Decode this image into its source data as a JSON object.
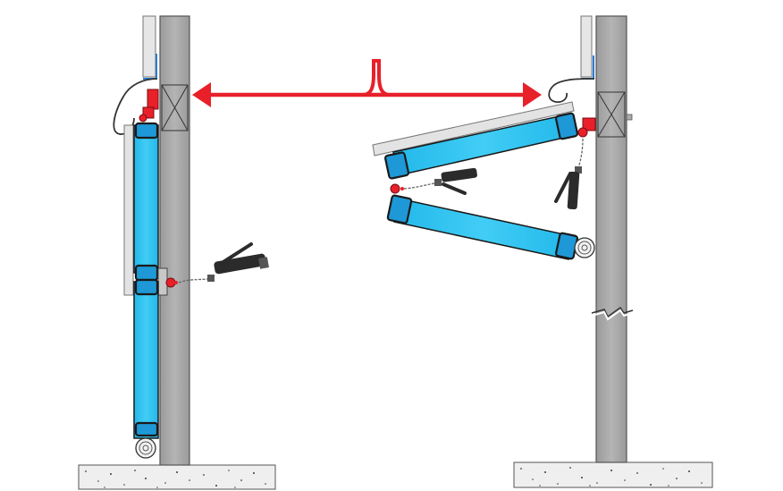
{
  "colors": {
    "background": "#ffffff",
    "column_fill": "#a6a6a6",
    "column_stroke": "#555555",
    "panel_fill": "#29c2f0",
    "panel_stroke": "#1a1a1a",
    "panel_dark": "#1273c9",
    "frame_fill": "#dcdcdc",
    "frame_stroke": "#7a7a7a",
    "hinge_red": "#e8202a",
    "arrow_red": "#e8202a",
    "slab_fill": "#eeeeee",
    "slab_speck": "#444444",
    "grease_gun_dark": "#2b2b2b"
  },
  "icons": {
    "grease_gun": "grease-gun-icon",
    "hinge": "hinge-icon",
    "pulley": "pulley-icon",
    "arrow": "double-arrow-icon",
    "break_mark": "break-mark-icon"
  },
  "states": [
    {
      "id": "closed",
      "panel_position": "closed-vertical"
    },
    {
      "id": "open",
      "panel_position": "folded-open"
    }
  ]
}
